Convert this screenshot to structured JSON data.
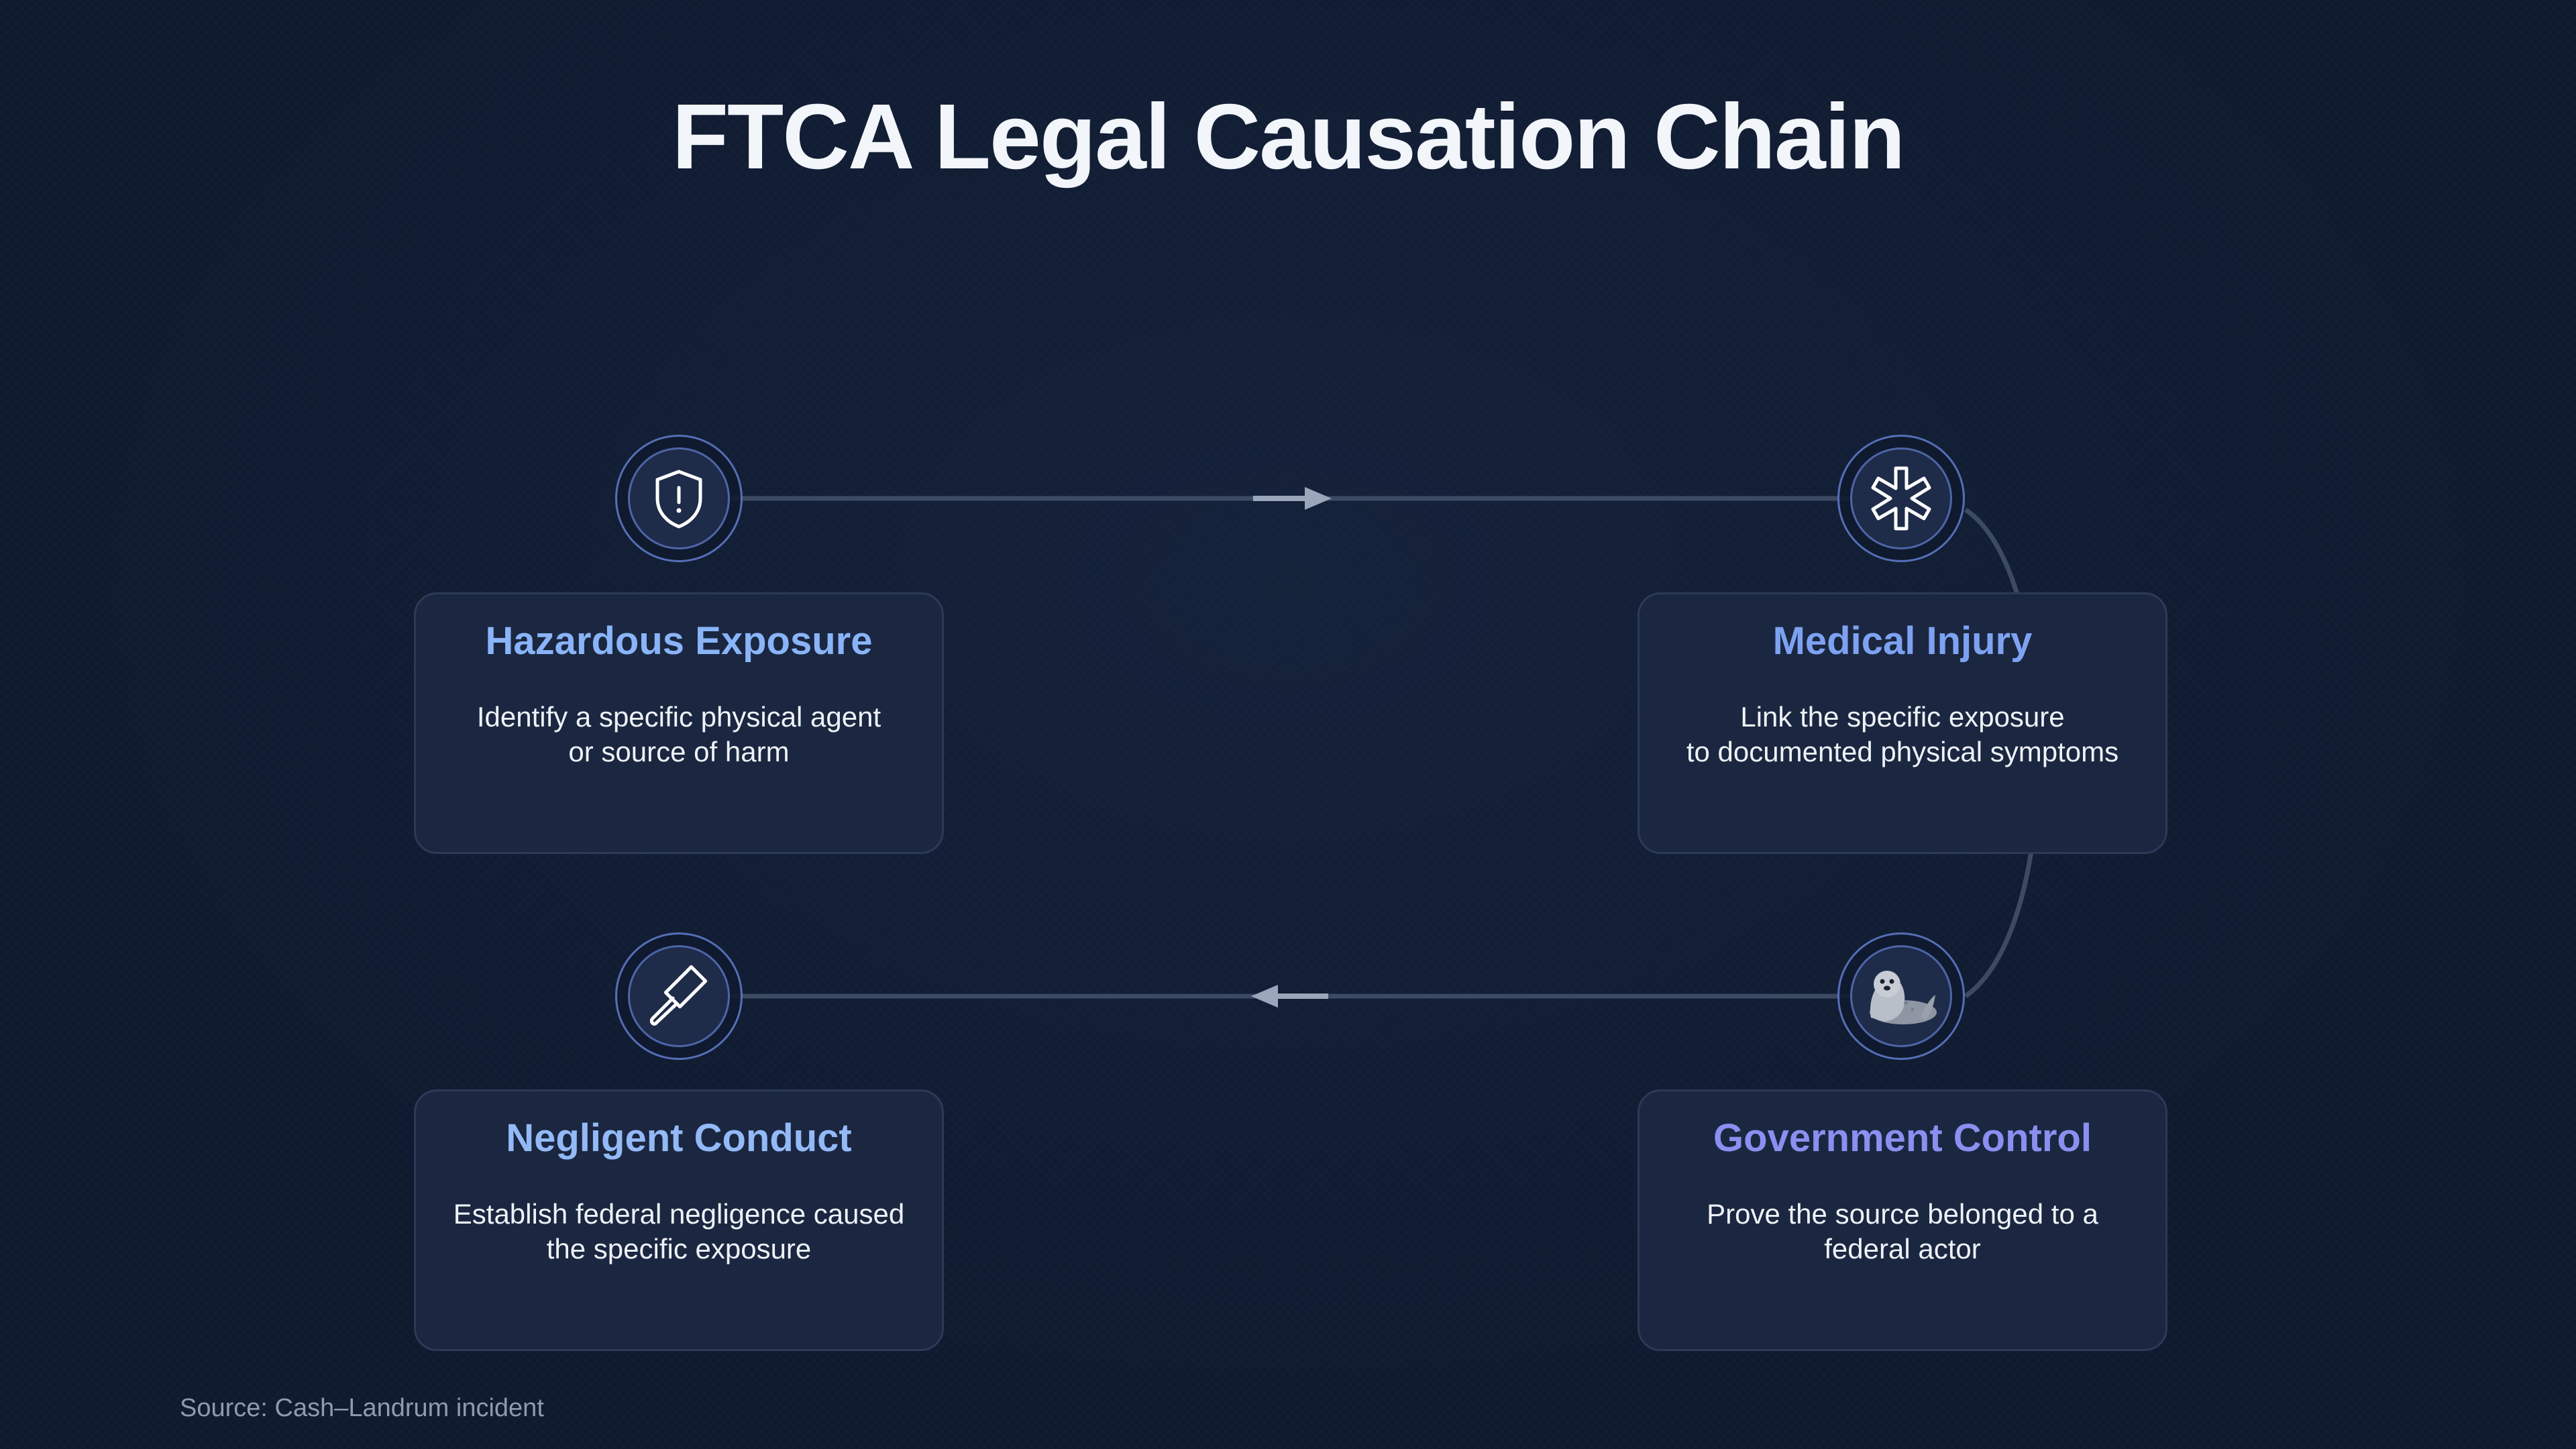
{
  "title": "FTCA Legal Causation Chain",
  "steps": [
    {
      "title": "Hazardous Exposure",
      "description_line1": "Identify a specific physical agent",
      "description_line2": "or source of harm",
      "icon": "shield-alert-icon",
      "title_color": "#8ab4f8"
    },
    {
      "title": "Medical Injury",
      "description_line1": "Link the specific exposure",
      "description_line2": "to documented physical symptoms",
      "icon": "medical-asterisk-icon",
      "title_color": "#7ea2f2"
    },
    {
      "title": "Government Control",
      "description_line1": "Prove the source belonged to a",
      "description_line2": "federal actor",
      "icon": "seal-icon",
      "title_color": "#8b8ff0"
    },
    {
      "title": "Negligent Conduct",
      "description_line1": "Establish federal negligence caused",
      "description_line2": "the specific exposure",
      "icon": "gavel-icon",
      "title_color": "#93b9f7"
    }
  ],
  "source": "Source: Cash–Landrum incident",
  "colors": {
    "background": "#0f1a2f",
    "card": "#1b2740",
    "node_ring": "#6e8ce6",
    "connector": "#3d4a63",
    "arrow": "#9aa6ba"
  }
}
